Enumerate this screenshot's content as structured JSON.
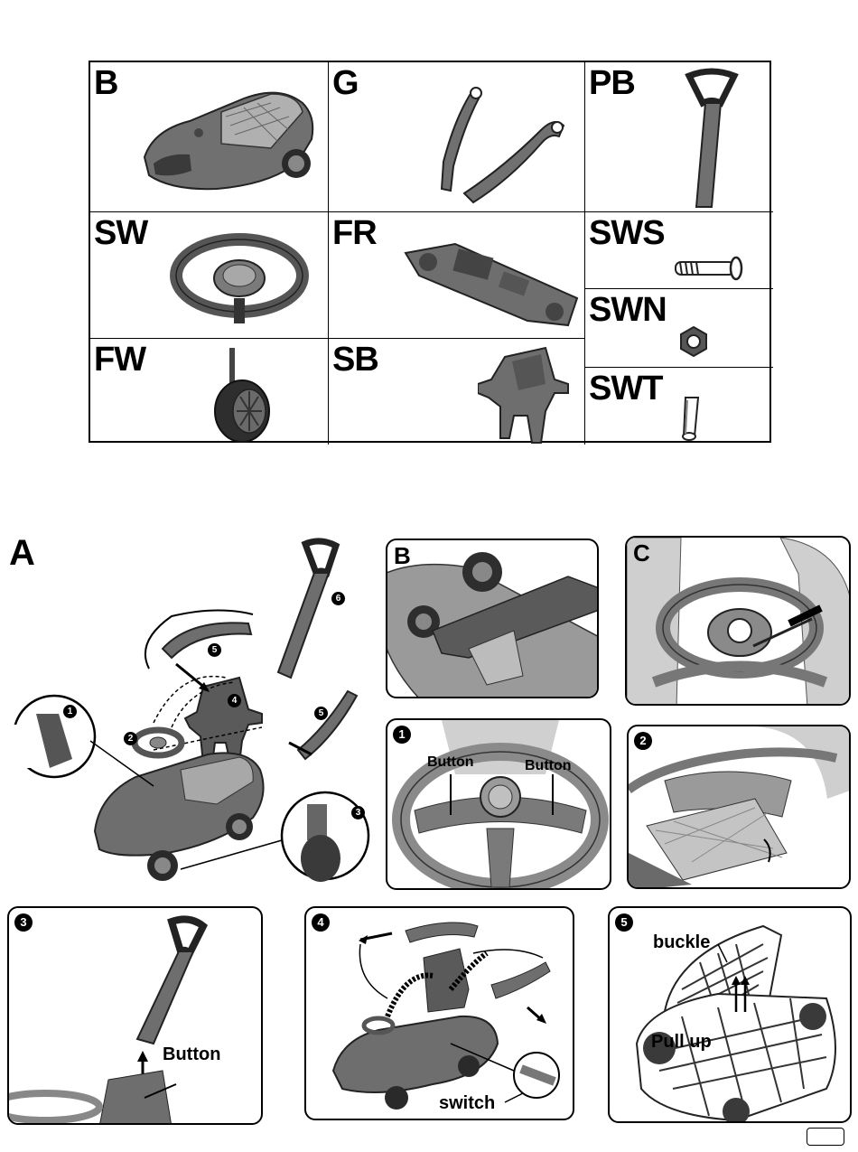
{
  "parts": [
    {
      "code": "B"
    },
    {
      "code": "G"
    },
    {
      "code": "PB"
    },
    {
      "code": "SW"
    },
    {
      "code": "FR"
    },
    {
      "code": "SWS"
    },
    {
      "code": "SWN"
    },
    {
      "code": "FW"
    },
    {
      "code": "SB"
    },
    {
      "code": "SWT"
    }
  ],
  "section": {
    "label": "A"
  },
  "overview_steps": [
    "1",
    "2",
    "3",
    "4",
    "5",
    "6"
  ],
  "panels": {
    "B": {
      "letter": "B"
    },
    "C": {
      "letter": "C"
    },
    "s1": {
      "step": "1",
      "labels": [
        "Button",
        "Button"
      ]
    },
    "s2": {
      "step": "2"
    },
    "s3": {
      "step": "3",
      "label": "Button"
    },
    "s4": {
      "step": "4",
      "label": "switch"
    },
    "s5": {
      "step": "5",
      "labels": [
        "buckle",
        "Pull up"
      ]
    }
  },
  "colors": {
    "ink": "#000000",
    "part": "#6e6e6e",
    "part_light": "#a6a6a6",
    "paper": "#ffffff"
  }
}
